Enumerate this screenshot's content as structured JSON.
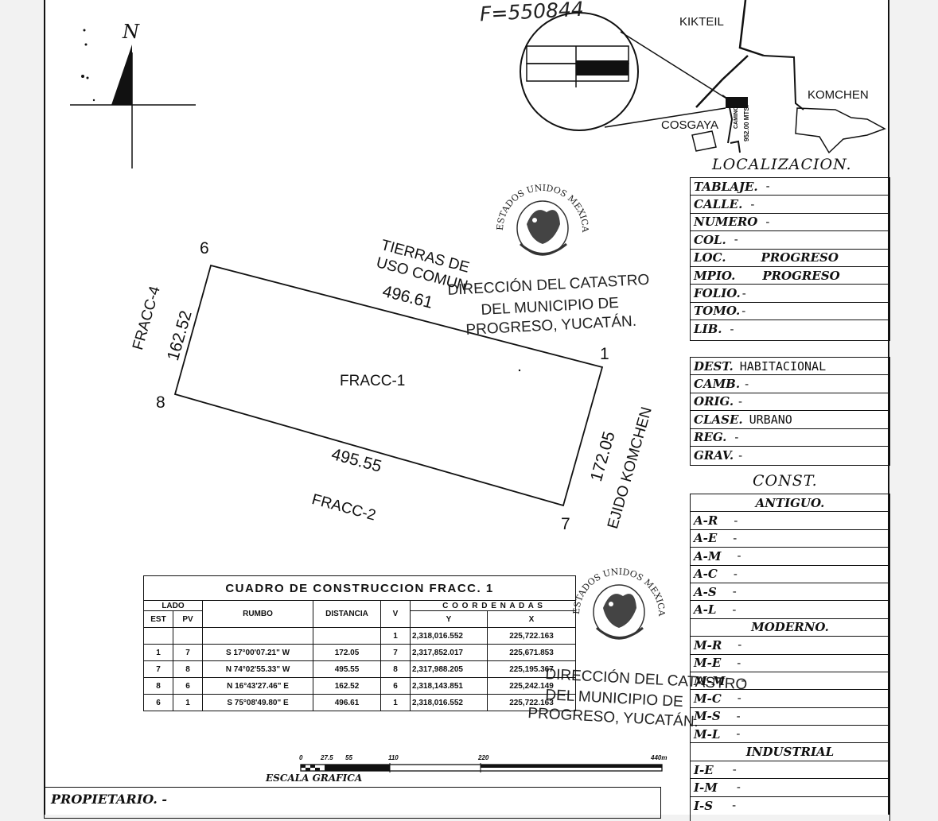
{
  "document": {
    "handwritten_ref": "F=550844",
    "propietario_label": "PROPIETARIO. -"
  },
  "north_arrow": {
    "label": "N"
  },
  "location_map": {
    "places": [
      "KIKTEIL",
      "KOMCHEN",
      "COSGAYA"
    ],
    "road_label": "CAMINO",
    "distance_label": "952.00 MTS."
  },
  "plot": {
    "vertices": [
      "6",
      "1",
      "7",
      "8"
    ],
    "center_label": "FRACC-1",
    "sides": {
      "north": "496.61",
      "east": "172.05",
      "south": "495.55",
      "west": "162.52"
    },
    "neighbors": {
      "north_line1": "TIERRAS DE",
      "north_line2": "USO COMUN",
      "east": "EJIDO KOMCHEN",
      "south": "FRACC-2",
      "west": "FRACC-4"
    }
  },
  "stamps": [
    {
      "seal_text": "ESTADOS UNIDOS MEXICANOS",
      "line1": "DIRECCIÓN DEL CATASTRO",
      "line2": "DEL MUNICIPIO DE",
      "line3": "PROGRESO, YUCATÁN."
    },
    {
      "seal_text": "ESTADOS UNIDOS MEXICANOS",
      "line1": "DIRECCIÓN DEL CATASTRO",
      "line2": "DEL MUNICIPIO DE",
      "line3": "PROGRESO, YUCATÁN."
    }
  ],
  "construction_table": {
    "title": "CUADRO DE CONSTRUCCION FRACC. 1",
    "headers": {
      "lado": "LADO",
      "est": "EST",
      "pv": "PV",
      "rumbo": "RUMBO",
      "distancia": "DISTANCIA",
      "v": "V",
      "coordenadas": "C O O R D E N A D A S",
      "y": "Y",
      "x": "X"
    },
    "rows": [
      {
        "est": "",
        "pv": "",
        "rumbo": "",
        "distancia": "",
        "v": "1",
        "y": "2,318,016.552",
        "x": "225,722.163"
      },
      {
        "est": "1",
        "pv": "7",
        "rumbo": "S 17°00'07.21\" W",
        "distancia": "172.05",
        "v": "7",
        "y": "2,317,852.017",
        "x": "225,671.853"
      },
      {
        "est": "7",
        "pv": "8",
        "rumbo": "N 74°02'55.33\" W",
        "distancia": "495.55",
        "v": "8",
        "y": "2,317,988.205",
        "x": "225,195.367"
      },
      {
        "est": "8",
        "pv": "6",
        "rumbo": "N 16°43'27.46\" E",
        "distancia": "162.52",
        "v": "6",
        "y": "2,318,143.851",
        "x": "225,242.149"
      },
      {
        "est": "6",
        "pv": "1",
        "rumbo": "S 75°08'49.80\" E",
        "distancia": "496.61",
        "v": "1",
        "y": "2,318,016.552",
        "x": "225,722.163"
      }
    ]
  },
  "scale_bar": {
    "ticks": [
      "0",
      "27.5",
      "55",
      "110",
      "220",
      "440m"
    ],
    "label": "ESCALA GRAFICA"
  },
  "localizacion": {
    "title": "LOCALIZACION.",
    "rows": [
      {
        "label": "TABLAJE.",
        "value": "-"
      },
      {
        "label": "CALLE.",
        "value": "-"
      },
      {
        "label": "NUMERO",
        "value": "-"
      },
      {
        "label": "COL.",
        "value": "-"
      },
      {
        "label": "LOC.",
        "value": "PROGRESO"
      },
      {
        "label": "MPIO.",
        "value": "PROGRESO"
      },
      {
        "label": "FOLIO.",
        "value": "-"
      },
      {
        "label": "TOMO.",
        "value": "-"
      },
      {
        "label": "LIB.",
        "value": "-"
      }
    ]
  },
  "destino": {
    "rows": [
      {
        "label": "DEST.",
        "value": "HABITACIONAL"
      },
      {
        "label": "CAMB.",
        "value": "-"
      },
      {
        "label": "ORIG.",
        "value": "-"
      },
      {
        "label": "CLASE.",
        "value": "URBANO"
      },
      {
        "label": "REG.",
        "value": "-"
      },
      {
        "label": "GRAV.",
        "value": "-"
      }
    ]
  },
  "const": {
    "title": "CONST.",
    "antiguo_label": "ANTIGUO.",
    "antiguo": [
      {
        "label": "A-R",
        "value": "-"
      },
      {
        "label": "A-E",
        "value": "-"
      },
      {
        "label": "A-M",
        "value": "-"
      },
      {
        "label": "A-C",
        "value": "-"
      },
      {
        "label": "A-S",
        "value": "-"
      },
      {
        "label": "A-L",
        "value": "-"
      }
    ],
    "moderno_label": "MODERNO.",
    "moderno": [
      {
        "label": "M-R",
        "value": "-"
      },
      {
        "label": "M-E",
        "value": "-"
      },
      {
        "label": "M-M",
        "value": "-"
      },
      {
        "label": "M-C",
        "value": "-"
      },
      {
        "label": "M-S",
        "value": "-"
      },
      {
        "label": "M-L",
        "value": "-"
      }
    ],
    "industrial_label": "INDUSTRIAL",
    "industrial": [
      {
        "label": "I-E",
        "value": "-"
      },
      {
        "label": "I-M",
        "value": "-"
      },
      {
        "label": "I-S",
        "value": "-"
      }
    ]
  }
}
